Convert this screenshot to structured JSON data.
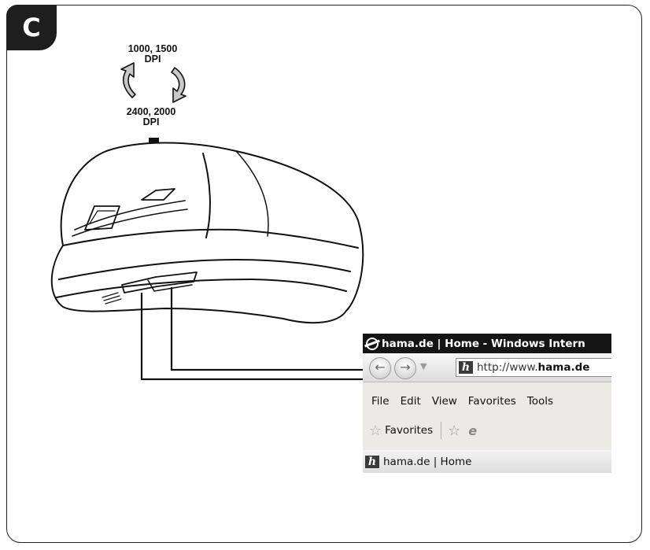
{
  "badge": "C",
  "dpi_top": {
    "line1": "1000, 1500",
    "line2": "DPI"
  },
  "dpi_bottom": {
    "line1": "2400, 2000",
    "line2": "DPI"
  },
  "browser": {
    "title": "hama.de | Home - Windows Intern",
    "address_prefix": "http://www.",
    "address_domain": "hama.de",
    "menu": [
      "File",
      "Edit",
      "View",
      "Favorites",
      "Tools"
    ],
    "favorites_label": "Favorites",
    "tab_title": "hama.de | Home",
    "logo_letter": "h"
  }
}
